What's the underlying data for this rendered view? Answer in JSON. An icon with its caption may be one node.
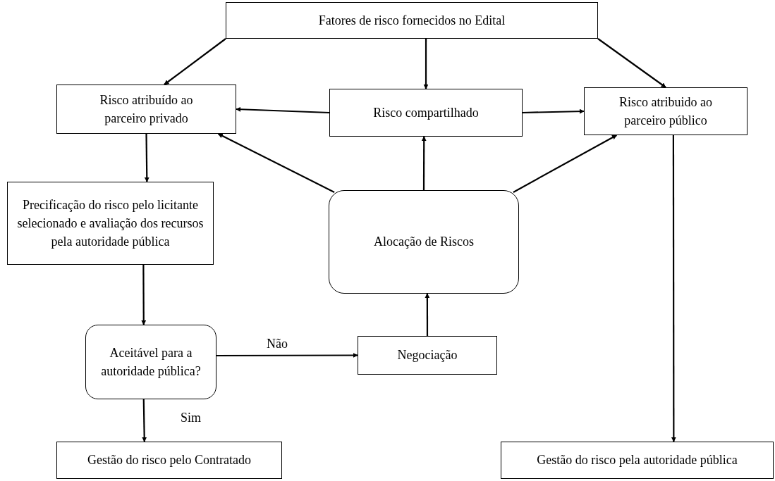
{
  "diagram": {
    "nodes": [
      {
        "text": [
          "Fatores de risco fornecidos no Edital"
        ]
      },
      {
        "text": [
          "Risco atribuído ao parceiro privado"
        ]
      },
      {
        "text": [
          "Risco compartilhado"
        ]
      },
      {
        "text": [
          "Risco atribuido ao parceiro público"
        ]
      },
      {
        "text": [
          "Precificação do risco pelo licitante selecionado e avaliação dos recursos pela autoridade pública"
        ]
      },
      {
        "text": [
          "Alocação de Riscos"
        ]
      },
      {
        "text": [
          "Aceitável para a autoridade pública?"
        ]
      },
      {
        "text": [
          "Negociação"
        ]
      },
      {
        "text": [
          "Gestão do risco pelo Contratado"
        ]
      },
      {
        "text": [
          "Gestão do risco pela autoridade pública"
        ]
      }
    ],
    "edges": [
      {
        "from": 0,
        "to": 1,
        "arrow": "to"
      },
      {
        "from": 0,
        "to": 2,
        "arrow": "to"
      },
      {
        "from": 0,
        "to": 3,
        "arrow": "to"
      },
      {
        "from": 2,
        "to": 1,
        "arrow": "to"
      },
      {
        "from": 2,
        "to": 3,
        "arrow": "to"
      },
      {
        "from": 5,
        "to": 1,
        "arrow": "to"
      },
      {
        "from": 5,
        "to": 2,
        "arrow": "to"
      },
      {
        "from": 5,
        "to": 3,
        "arrow": "to"
      },
      {
        "from": 1,
        "to": 4,
        "arrow": "to"
      },
      {
        "from": 4,
        "to": 6,
        "arrow": "to"
      },
      {
        "from": 6,
        "to": 7,
        "arrow": "to",
        "label": "Não"
      },
      {
        "from": 6,
        "to": 8,
        "arrow": "to",
        "label": "Sim"
      },
      {
        "from": 7,
        "to": 5,
        "arrow": "to"
      },
      {
        "from": 3,
        "to": 9,
        "arrow": "to"
      }
    ]
  }
}
